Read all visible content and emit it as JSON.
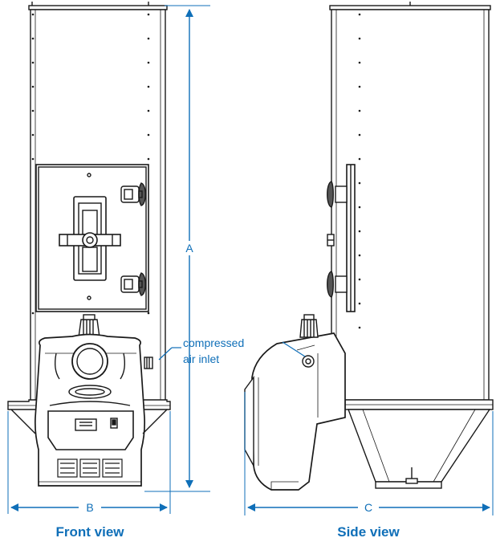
{
  "colors": {
    "accent": "#0f6fb8",
    "line": "#1a1a1a",
    "background": "#ffffff"
  },
  "labels": {
    "dim_a": "A",
    "dim_b": "B",
    "dim_c": "C",
    "air_inlet_line1": "compressed",
    "air_inlet_line2": "air inlet",
    "front_caption": "Front view",
    "side_caption": "Side view"
  }
}
